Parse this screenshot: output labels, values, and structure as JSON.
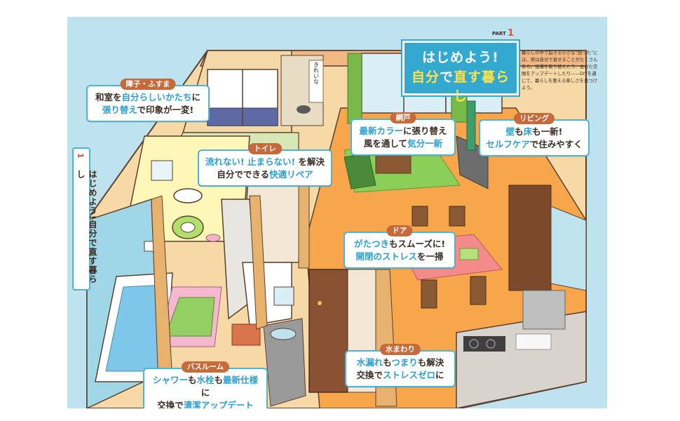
{
  "title": {
    "part_label": "PART",
    "part_number": "1",
    "line1": "はじめよう!",
    "line2_pre": "自分",
    "line2_mid": "で",
    "line2_post": "直す暮らし",
    "intro": "暮らしの中で起きる小さな“困った”には、実は自分で直せることがたくさんある。設備を取り替えたり、古びた空間をアップデートしたり——DIYを通じて、暮らしを整える楽しさを見つけよう。"
  },
  "side_tab": {
    "number": "1",
    "text": "はじめよう!自分で直す暮らし"
  },
  "callouts": {
    "shoji": {
      "tag": "障子・ふすま",
      "l1a": "和室を",
      "l1b": "自分らしいかたち",
      "l1c": "に",
      "l2a": "張り替え",
      "l2b": "で印象が一変!"
    },
    "toilet": {
      "tag": "トイレ",
      "l1a": "流れない! 止まらない!",
      "l1b": "を解決",
      "l2a": "自分でできる",
      "l2b": "快適リペア"
    },
    "screen": {
      "tag": "網戸",
      "l1a": "最新カラー",
      "l1b": "に張り替え",
      "l2a": "風を通して",
      "l2b": "気分一新"
    },
    "living": {
      "tag": "リビング",
      "l1a": "壁",
      "l1b": "も",
      "l1c": "床",
      "l1d": "も一新!",
      "l2a": "セルフケア",
      "l2b": "で住みやすく"
    },
    "door": {
      "tag": "ドア",
      "l1a": "がたつき",
      "l1b": "もスムーズに!",
      "l2a": "開閉のストレス",
      "l2b": "を一掃"
    },
    "water": {
      "tag": "水まわり",
      "l1a": "水漏れ",
      "l1b": "も",
      "l1c": "つまり",
      "l1d": "も解決",
      "l2a": "交換で",
      "l2b": "ストレスゼロ",
      "l2c": "に"
    },
    "bath": {
      "tag": "バスルーム",
      "l1a": "シャワー",
      "l1b": "も",
      "l1c": "水栓",
      "l1d": "も",
      "l1e": "最新仕様",
      "l1f": "に",
      "l2a": "交換で",
      "l2b": "清潔アップデート"
    }
  },
  "scroll_text": "きれいな"
}
